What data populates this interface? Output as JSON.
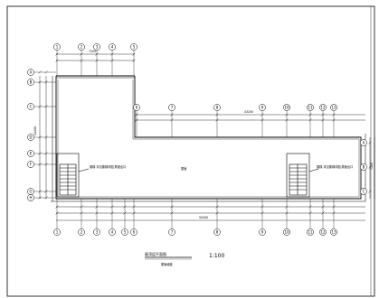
{
  "drawing": {
    "title": "屋顶层平面图",
    "scale": "1:100",
    "subtitle": "屋面坡度",
    "room_label": "屋面",
    "stair_note_left": "楼梯 详见楼梯详图 屋面出口",
    "stair_note_right": "楼梯 详见楼梯详图 屋面出口"
  },
  "grid": {
    "top_row_1": [
      "1",
      "2",
      "3",
      "4",
      "5"
    ],
    "top_row_2": [
      "6",
      "7",
      "8",
      "9",
      "10",
      "11",
      "12",
      "13"
    ],
    "bottom": [
      "1",
      "2",
      "3",
      "4",
      "5",
      "6",
      "7",
      "8",
      "9",
      "10",
      "11",
      "12",
      "13"
    ],
    "left": [
      "A",
      "B",
      "C",
      "D",
      "E",
      "F",
      "G",
      "H"
    ],
    "right": [
      "A",
      "B",
      "C"
    ]
  },
  "dimensions": {
    "top_total_1": "7200",
    "top_total_2": "43200",
    "bottom_total": "50400",
    "left_total": "14400",
    "right_total": "7200"
  },
  "colors": {
    "line": "#000000",
    "paper": "#ffffff"
  }
}
